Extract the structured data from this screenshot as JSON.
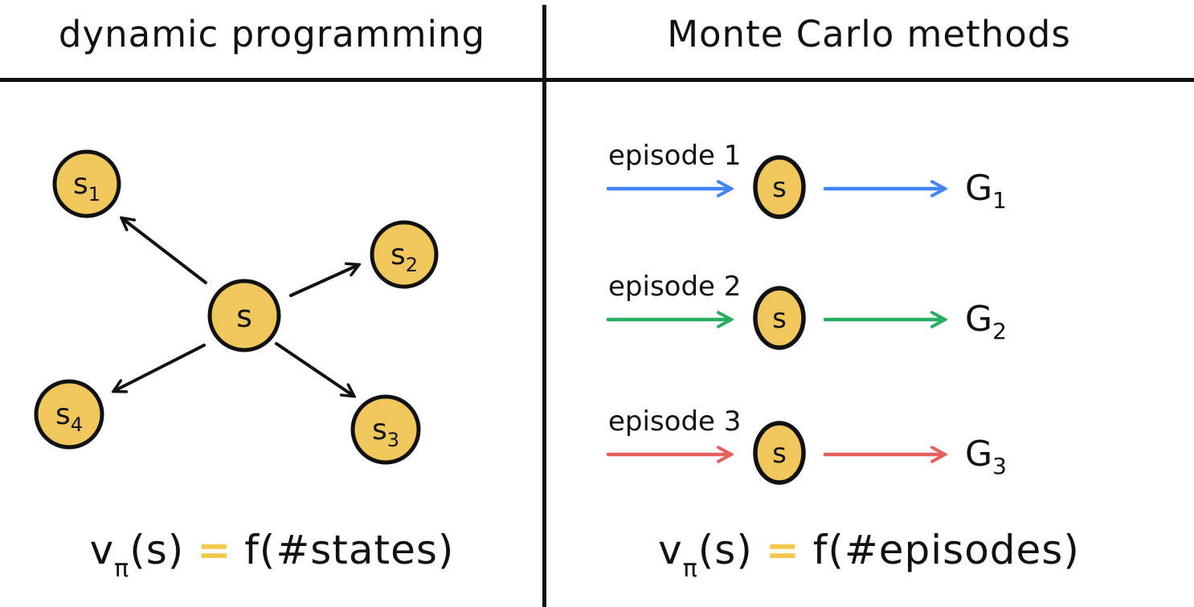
{
  "colors": {
    "ink": "#111111",
    "node_fill": "#EFC75A",
    "equals_accent": "#F2C84C"
  },
  "left_panel": {
    "title": "dynamic programming",
    "center_node": {
      "label": "s"
    },
    "nodes": [
      {
        "label": "s",
        "sub": "1"
      },
      {
        "label": "s",
        "sub": "2"
      },
      {
        "label": "s",
        "sub": "3"
      },
      {
        "label": "s",
        "sub": "4"
      }
    ],
    "formula": {
      "v": "v",
      "pi": "π",
      "of_s": "(s)",
      "equals": "=",
      "rhs": "f(#states)"
    }
  },
  "right_panel": {
    "title": "Monte Carlo methods",
    "state_label": "s",
    "episodes": [
      {
        "label": "episode 1",
        "color": "#4285F4",
        "g": "G",
        "g_sub": "1"
      },
      {
        "label": "episode 2",
        "color": "#27AE60",
        "g": "G",
        "g_sub": "2"
      },
      {
        "label": "episode 3",
        "color": "#E66060",
        "g": "G",
        "g_sub": "3"
      }
    ],
    "formula": {
      "v": "v",
      "pi": "π",
      "of_s": "(s)",
      "equals": "=",
      "rhs": "f(#episodes)"
    }
  }
}
